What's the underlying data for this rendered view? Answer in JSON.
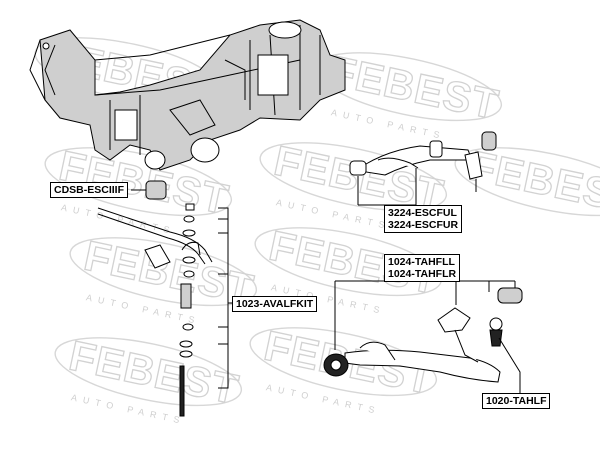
{
  "diagram": {
    "watermark_text": "FEBEST",
    "watermark_subtext": "AUTO PARTS",
    "part_labels": [
      {
        "id": "stab-bushing",
        "lines": [
          "CDSB-ESCIIIF"
        ]
      },
      {
        "id": "stab-link-kit",
        "lines": [
          "1023-AVALFKIT"
        ]
      },
      {
        "id": "upper-arm",
        "lines": [
          "3224-ESCFUL",
          "3224-ESCFUR"
        ]
      },
      {
        "id": "lower-arm",
        "lines": [
          "1024-TAHFLL",
          "1024-TAHFLR"
        ]
      },
      {
        "id": "ball-joint",
        "lines": [
          "1020-TAHLF"
        ]
      }
    ]
  }
}
